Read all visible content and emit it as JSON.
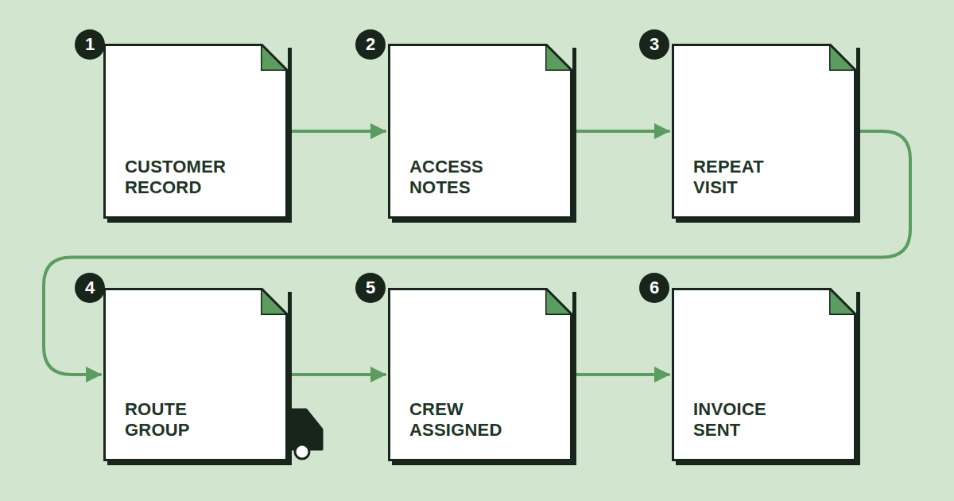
{
  "diagram": {
    "nodes": [
      {
        "text": [
          "CUSTOMER RECORD"
        ]
      },
      {
        "text": [
          "ACCESS NOTES"
        ]
      },
      {
        "text": [
          "REPEAT VISIT"
        ]
      },
      {
        "text": [
          "ROUTE GROUP"
        ]
      },
      {
        "text": [
          "CREW ASSIGNED"
        ]
      },
      {
        "text": [
          "INVOICE SENT"
        ]
      }
    ],
    "edges": [
      {
        "from": 0,
        "to": 1,
        "arrow": "to"
      },
      {
        "from": 1,
        "to": 2,
        "arrow": "to"
      },
      {
        "from": 2,
        "to": 3,
        "arrow": "to"
      },
      {
        "from": 3,
        "to": 4,
        "arrow": "to"
      },
      {
        "from": 4,
        "to": 5,
        "arrow": "to"
      }
    ],
    "labels": [
      "1",
      "2",
      "3",
      "4",
      "5",
      "6"
    ]
  }
}
